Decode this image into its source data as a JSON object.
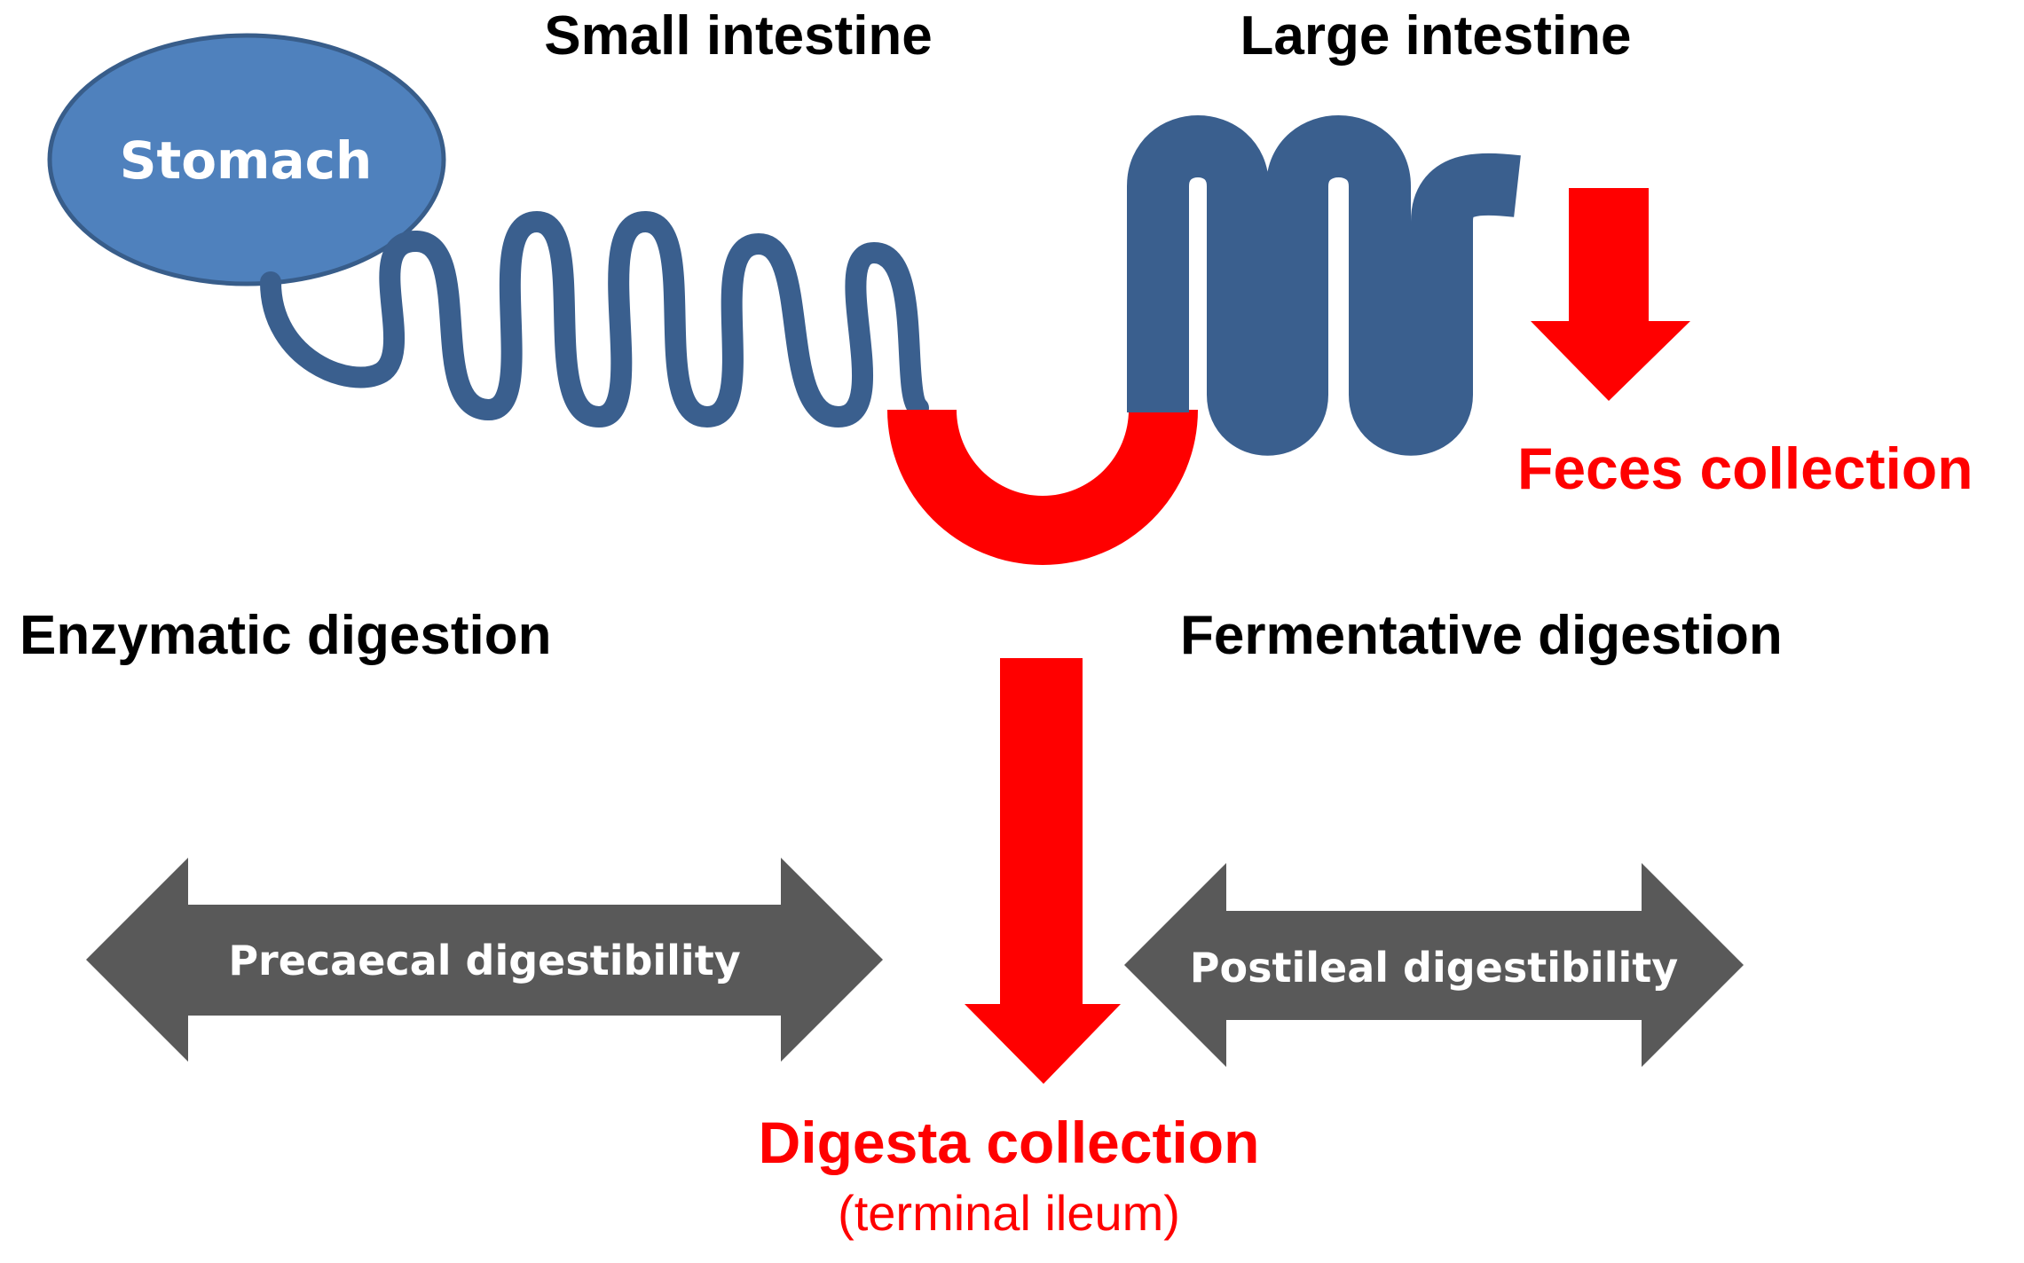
{
  "labels": {
    "small_intestine": "Small intestine",
    "large_intestine": "Large intestine",
    "stomach": "Stomach",
    "feces_collection": "Feces collection",
    "enzymatic_digestion": "Enzymatic digestion",
    "fermentative_digestion": "Fermentative digestion",
    "precaecal_digestibility": "Precaecal digestibility",
    "postileal_digestibility": "Postileal digestibility",
    "digesta_collection": "Digesta collection",
    "terminal_ileum": "(terminal ileum)"
  },
  "colors": {
    "stomach_fill": "#4f81bd",
    "stomach_stroke": "#385d8a",
    "intestine": "#3a5f8e",
    "collection_red": "#ff0000",
    "double_arrow_gray": "#595959",
    "text_black": "#000000",
    "text_white": "#ffffff"
  }
}
